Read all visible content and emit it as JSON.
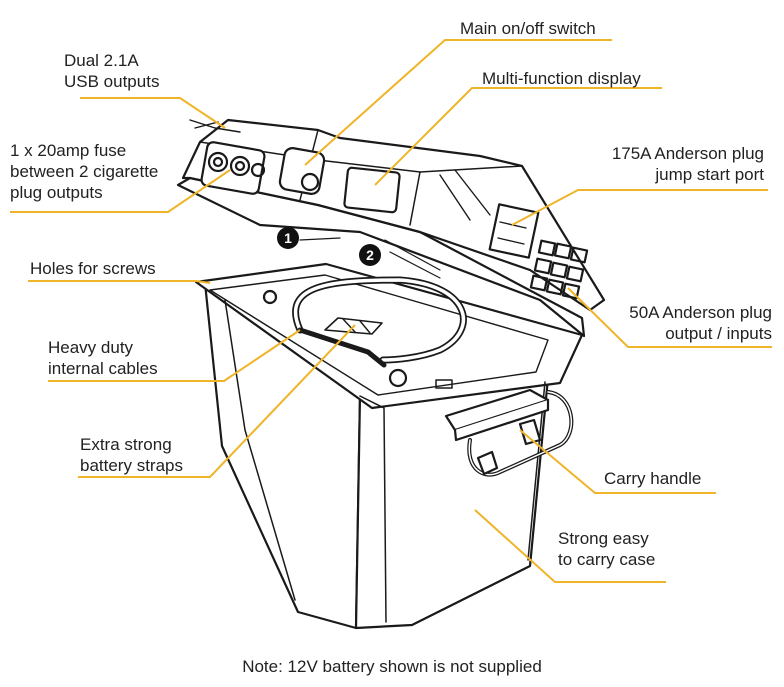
{
  "accent": "#f0b428",
  "line_color": "#1a1a1a",
  "labels": {
    "usb": [
      "Dual 2.1A",
      "USB outputs"
    ],
    "fuse": [
      "1 x 20amp fuse",
      "between 2 cigarette",
      "plug outputs"
    ],
    "screws": "Holes for screws",
    "cables": [
      "Heavy duty",
      "internal cables"
    ],
    "straps": [
      "Extra strong",
      "battery straps"
    ],
    "switch": "Main on/off switch",
    "display": "Multi-function display",
    "anderson175": [
      "175A Anderson plug",
      "jump start port"
    ],
    "anderson50": [
      "50A Anderson plug",
      "output / inputs"
    ],
    "handle": "Carry handle",
    "case": [
      "Strong easy",
      "to carry case"
    ]
  },
  "markers": [
    "1",
    "2"
  ],
  "note": "Note: 12V battery shown is not supplied"
}
